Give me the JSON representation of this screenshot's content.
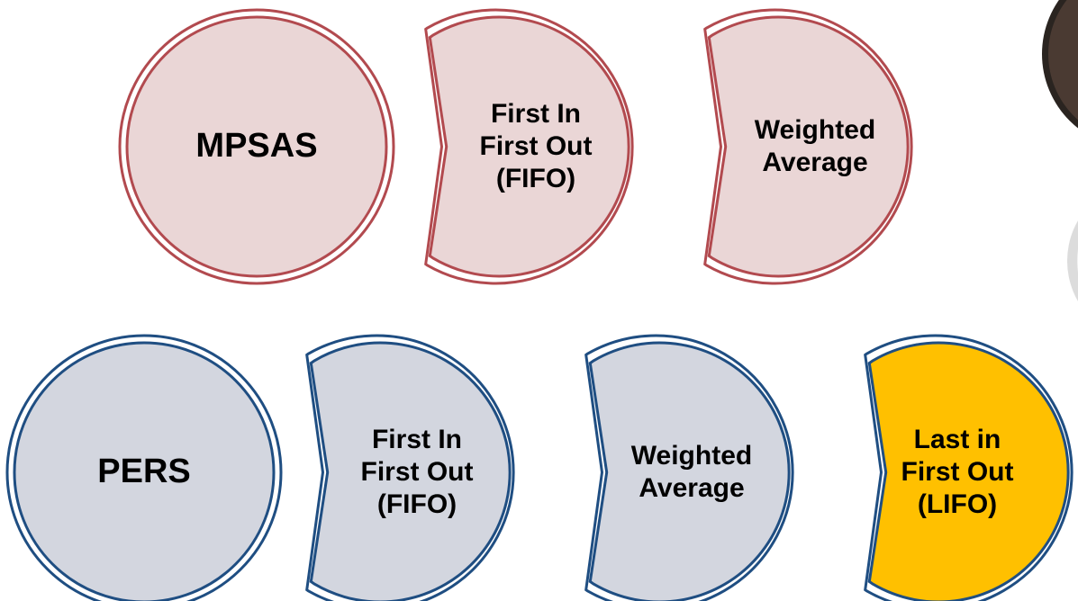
{
  "colors": {
    "mpsas_fill": "#ead6d6",
    "mpsas_border": "#b24a4f",
    "pers_fill": "#d3d6df",
    "pers_border": "#1f4e82",
    "lifo_fill": "#ffc000"
  },
  "mpsas": {
    "head": "MPSAS",
    "fifo": "First In\nFirst Out\n(FIFO)",
    "weighted": "Weighted\nAverage"
  },
  "pers": {
    "head": "PERS",
    "fifo": "First In\nFirst Out\n(FIFO)",
    "weighted": "Weighted\nAverage",
    "lifo": "Last in\nFirst Out\n(LIFO)"
  }
}
